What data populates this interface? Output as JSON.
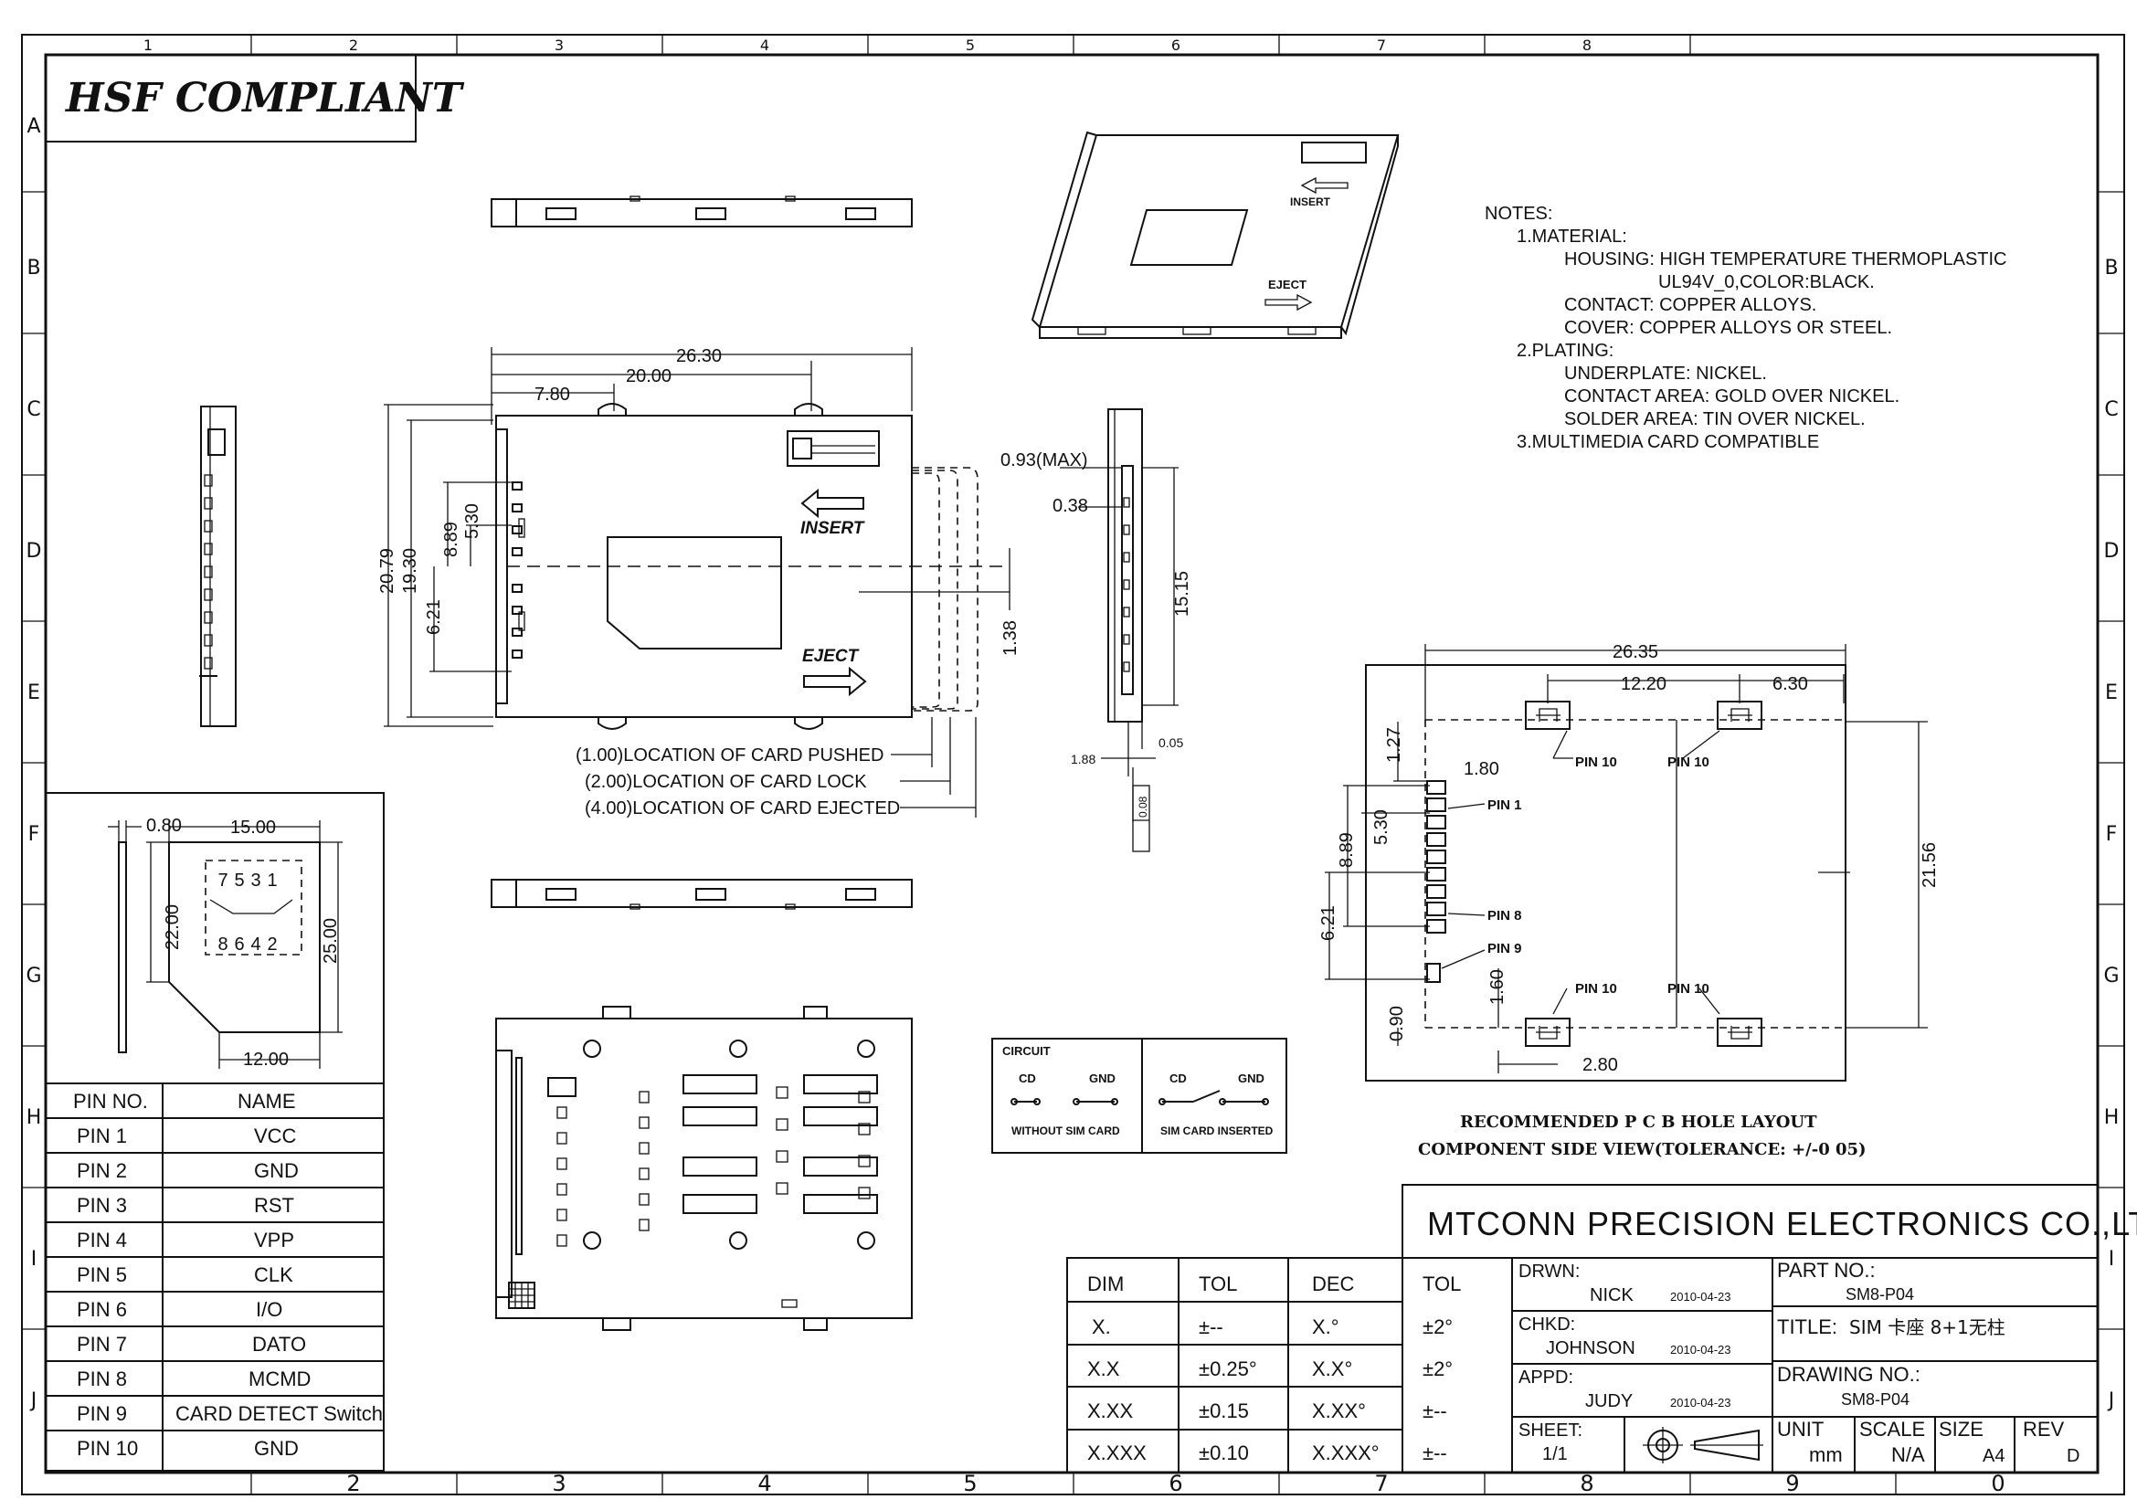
{
  "frame": {
    "col_labels": [
      "1",
      "2",
      "3",
      "4",
      "5",
      "6",
      "7",
      "8"
    ],
    "bottom_col_labels": [
      "2",
      "3",
      "4",
      "5",
      "6",
      "7",
      "8",
      "9",
      "0"
    ],
    "row_labels": [
      "A",
      "B",
      "C",
      "D",
      "E",
      "F",
      "G",
      "H",
      "I",
      "J"
    ]
  },
  "banner": "HSF COMPLIANT",
  "notes": {
    "header": "NOTES:",
    "lines": [
      "1.MATERIAL:",
      "HOUSING: HIGH TEMPERATURE THERMOPLASTIC",
      "UL94V_0,COLOR:BLACK.",
      "CONTACT: COPPER ALLOYS.",
      "COVER: COPPER ALLOYS OR STEEL.",
      "2.PLATING:",
      "UNDERPLATE: NICKEL.",
      "CONTACT AREA: GOLD OVER NICKEL.",
      "SOLDER AREA: TIN OVER NICKEL.",
      "3.MULTIMEDIA CARD COMPATIBLE"
    ]
  },
  "main_view": {
    "dims": [
      "26.30",
      "20.00",
      "7.80",
      "20.79",
      "19.30",
      "8.89",
      "5.30",
      "6.21",
      "1.38"
    ],
    "insert": "INSERT",
    "eject": "EJECT",
    "locations": [
      "(1.00)LOCATION OF CARD PUSHED",
      "(2.00)LOCATION OF CARD LOCK",
      "(4.00)LOCATION OF CARD EJECTED"
    ]
  },
  "iso_view": {
    "insert": "INSERT",
    "eject": "EJECT"
  },
  "side_view": {
    "dims": [
      "0.93(MAX)",
      "0.38",
      "15.15",
      "1.88",
      "0.05",
      "0.08"
    ]
  },
  "card_view": {
    "dims": [
      "0.80",
      "15.00",
      "22.00",
      "25.00",
      "12.00"
    ],
    "pads_top": [
      "7",
      "5",
      "3",
      "1"
    ],
    "pads_bottom": [
      "8",
      "6",
      "4",
      "2"
    ]
  },
  "pin_table": {
    "headers": [
      "PIN NO.",
      "NAME"
    ],
    "rows": [
      [
        "PIN 1",
        "VCC"
      ],
      [
        "PIN 2",
        "GND"
      ],
      [
        "PIN 3",
        "RST"
      ],
      [
        "PIN 4",
        "VPP"
      ],
      [
        "PIN 5",
        "CLK"
      ],
      [
        "PIN 6",
        "I/O"
      ],
      [
        "PIN 7",
        "DATO"
      ],
      [
        "PIN 8",
        "MCMD"
      ],
      [
        "PIN 9",
        "CARD DETECT Switch"
      ],
      [
        "PIN 10",
        "GND"
      ]
    ]
  },
  "circuit": {
    "title": "CIRCUIT",
    "cd": "CD",
    "gnd": "GND",
    "left_caption": "WITHOUT SIM CARD",
    "right_caption": "SIM CARD INSERTED"
  },
  "pcb": {
    "dims": [
      "26.35",
      "12.20",
      "6.30",
      "1.27",
      "1.80",
      "8.89",
      "5.30",
      "6.21",
      "1.60",
      "0.90",
      "2.80",
      "21.56"
    ],
    "labels": [
      "PIN 10",
      "PIN 10",
      "PIN 1",
      "PIN 8",
      "PIN 9",
      "PIN 10",
      "PIN 10"
    ],
    "caption1": "RECOMMENDED P C B HOLE LAYOUT",
    "caption2": "COMPONENT SIDE VIEW(TOLERANCE: +/-0 05)"
  },
  "title_block": {
    "company": "MTCONN PRECISION ELECTRONICS CO.,LTD",
    "tol_headers": [
      "DIM",
      "TOL",
      "DEC",
      "TOL"
    ],
    "tol_rows": [
      [
        "X.",
        "±--",
        "X.°",
        "±2°"
      ],
      [
        "X.X",
        "±0.25°",
        "X.X°",
        "±2°"
      ],
      [
        "X.XX",
        "±0.15",
        "X.XX°",
        "±--"
      ],
      [
        "X.XXX",
        "±0.10",
        "X.XXX°",
        "±--"
      ]
    ],
    "drwn_label": "DRWN:",
    "drwn_name": "NICK",
    "drwn_date": "2010-04-23",
    "chkd_label": "CHKD:",
    "chkd_name": "JOHNSON",
    "chkd_date": "2010-04-23",
    "appd_label": "APPD:",
    "appd_name": "JUDY",
    "appd_date": "2010-04-23",
    "sheet_label": "SHEET:",
    "sheet_value": "1/1",
    "part_no_label": "PART NO.:",
    "part_no": "SM8-P04",
    "title_label": "TITLE:",
    "title_value": "SIM 卡座 8+1无柱",
    "drawing_no_label": "DRAWING NO.:",
    "drawing_no": "SM8-P04",
    "unit_label": "UNIT",
    "unit_value": "mm",
    "scale_label": "SCALE",
    "scale_value": "N/A",
    "size_label": "SIZE",
    "size_value": "A4",
    "rev_label": "REV",
    "rev_value": "D"
  }
}
